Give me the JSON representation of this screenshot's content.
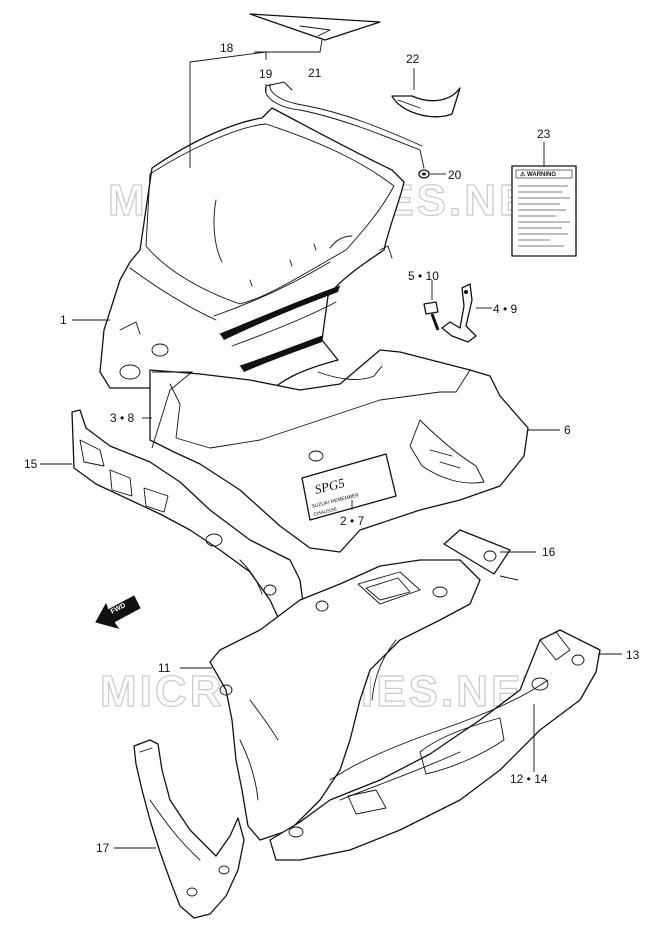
{
  "watermark": "MICROFICHES.NET",
  "fwd_label": "FWD",
  "warning_label": "⚠ WARNING",
  "decal": {
    "logo": "SPG5",
    "line1": "SUZUKI REMEMBER",
    "line2": "CHAUSSE"
  },
  "callouts": {
    "c1": "1",
    "c2_7": "2 • 7",
    "c3_8": "3 • 8",
    "c4_9": "4 • 9",
    "c5_10": "5 • 10",
    "c6": "6",
    "c11": "11",
    "c12_14": "12 • 14",
    "c13": "13",
    "c15": "15",
    "c16": "16",
    "c17": "17",
    "c18": "18",
    "c19": "19",
    "c20": "20",
    "c21": "21",
    "c22": "22",
    "c23": "23"
  }
}
